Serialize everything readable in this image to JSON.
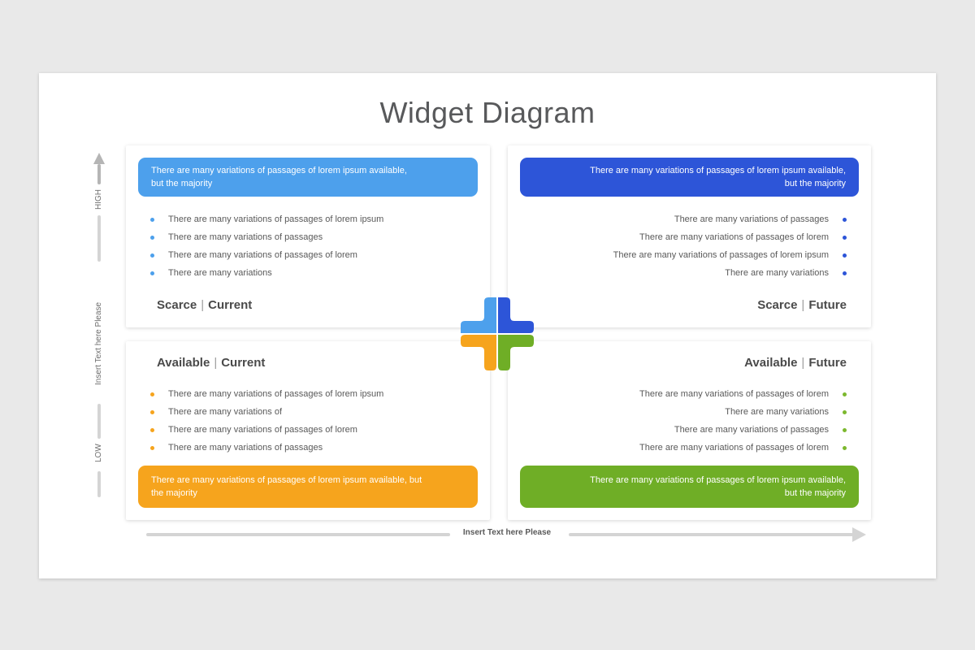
{
  "title": "Widget Diagram",
  "colors": {
    "light_blue": "#4da0ec",
    "royal_blue": "#2d55d8",
    "orange": "#f6a41d",
    "green": "#6fae26",
    "green_dot": "#7cb82e",
    "page_bg": "#e9e9e9",
    "card_bg": "#ffffff",
    "title_color": "#58595b",
    "body_text": "#595959",
    "label_text": "#4a4a4a",
    "axis_line": "#d4d4d4",
    "axis_arrow": "#b5b5b5",
    "axis_text": "#6e6e6e"
  },
  "y_axis": {
    "high_label": "HIGH",
    "low_label": "LOW",
    "title": "Insert Text here Please"
  },
  "x_axis": {
    "title": "Insert Text here Please"
  },
  "quadrants": {
    "scarce_current": {
      "banner": "There are many variations of passages of lorem ipsum available, but the majority",
      "bullets": [
        "There are many variations of passages of lorem ipsum",
        "There are many variations of passages",
        "There are many variations of passages of lorem",
        "There are many variations"
      ],
      "label_left": "Scarce",
      "label_sep": "|",
      "label_right": "Current"
    },
    "scarce_future": {
      "banner": "There are many variations of passages of lorem ipsum available, but the majority",
      "bullets": [
        "There are many variations of passages",
        "There are many variations of passages of lorem",
        "There are many variations of passages of lorem ipsum",
        "There are many variations"
      ],
      "label_left": "Scarce",
      "label_sep": "|",
      "label_right": "Future"
    },
    "available_current": {
      "banner": "There are many variations of passages of lorem ipsum available, but the majority",
      "bullets": [
        "There are many variations of passages of lorem ipsum",
        "There are many variations of",
        "There are many variations of passages of lorem",
        "There are many variations of passages"
      ],
      "label_left": "Available",
      "label_sep": "|",
      "label_right": "Current"
    },
    "available_future": {
      "banner": "There are many variations of passages of lorem ipsum available, but the majority",
      "bullets": [
        "There are many variations of passages of lorem",
        "There are many variations",
        "There are many variations of passages",
        "There are many variations of passages of lorem"
      ],
      "label_left": "Available",
      "label_sep": "|",
      "label_right": "Future"
    }
  }
}
